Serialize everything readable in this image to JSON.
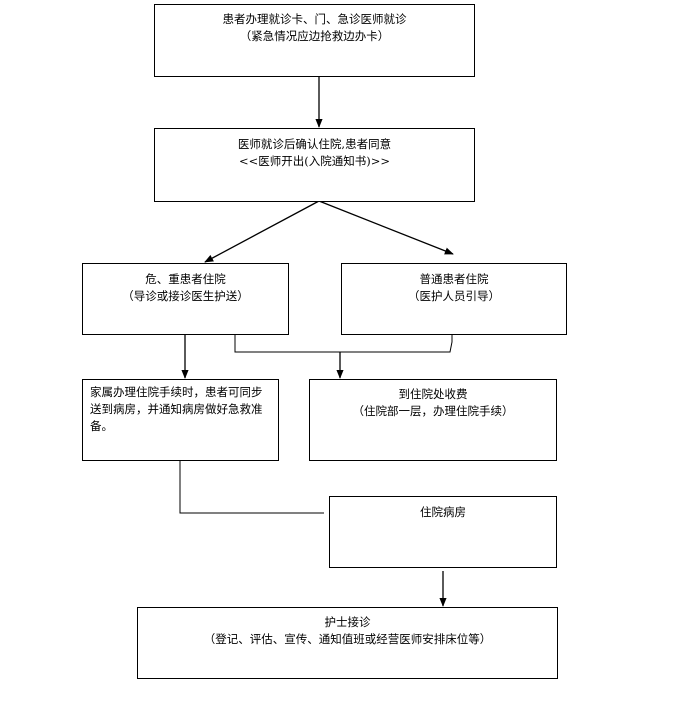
{
  "boxes": {
    "registration": {
      "line1": "患者办理就诊卡、门、急诊医师就诊",
      "line2": "（紧急情况应边抢救边办卡）"
    },
    "doctor_confirm": {
      "line1": "医师就诊后确认住院,患者同意",
      "line2": "<<医师开出(入院通知书)>>"
    },
    "critical_patient": {
      "line1": "危、重患者住院",
      "line2": "（导诊或接诊医生护送）"
    },
    "normal_patient": {
      "line1": "普通患者住院",
      "line2": "（医护人员引导）"
    },
    "family_procedure": {
      "line1": "家属办理住院手续时，患者可同步",
      "line2": "送到病房，并通知病房做好急救准",
      "line3": "备。"
    },
    "admission_office": {
      "line1": "到住院处收费",
      "line2": "（住院部一层，办理住院手续）"
    },
    "ward": {
      "line1": "住院病房"
    },
    "nurse_reception": {
      "line1": "护士接诊",
      "line2": "（登记、评估、宣传、通知值班或经营医师安排床位等）"
    }
  }
}
